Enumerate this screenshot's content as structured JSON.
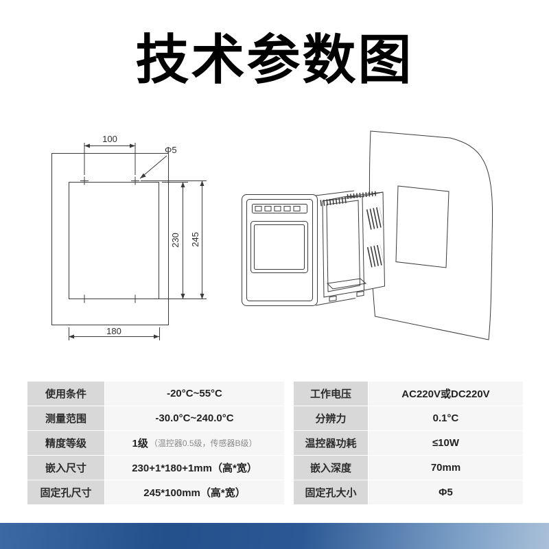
{
  "title": "技术参数图",
  "diagram": {
    "dims": {
      "hole_spacing_h": "100",
      "hole_diameter": "Φ5",
      "cutout_height": "230",
      "hole_spacing_v": "245",
      "cutout_width": "180"
    }
  },
  "table": {
    "left": [
      {
        "label": "使用条件",
        "value": "-20°C~55°C"
      },
      {
        "label": "测量范围",
        "value": "-30.0°C~240.0°C"
      },
      {
        "label": "精度等级",
        "value": "1级",
        "note": "（温控器0.5级，传感器B级）"
      },
      {
        "label": "嵌入尺寸",
        "value": "230+1*180+1mm（高*宽）"
      },
      {
        "label": "固定孔尺寸",
        "value": "245*100mm（高*宽）"
      }
    ],
    "right": [
      {
        "label": "工作电压",
        "value": "AC220V或DC220V"
      },
      {
        "label": "分辨力",
        "value": "0.1°C"
      },
      {
        "label": "温控器功耗",
        "value": "≤10W"
      },
      {
        "label": "嵌入深度",
        "value": "70mm"
      },
      {
        "label": "固定孔大小",
        "value": "Φ5"
      }
    ]
  },
  "footer": {
    "accent_colors": [
      "#3c68a4",
      "#234f8b",
      "#a9c0d8"
    ]
  }
}
